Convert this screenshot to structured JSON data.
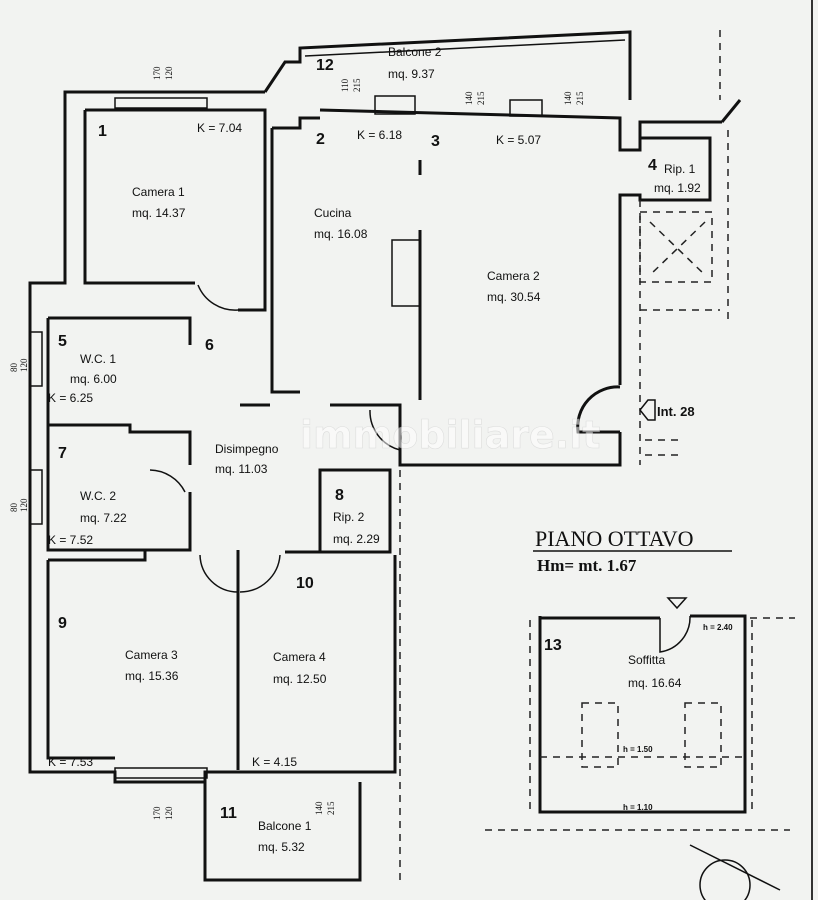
{
  "watermark": "immobiliare.it",
  "floor": {
    "title": "PIANO OTTAVO",
    "height": "Hm= mt. 1.67"
  },
  "entrance": "Int. 28",
  "rooms": [
    {
      "n": "1",
      "name": "Camera 1",
      "area": "mq. 14.37",
      "k": "K = 7.04"
    },
    {
      "n": "2",
      "name": "Cucina",
      "area": "mq. 16.08",
      "k": "K = 6.18"
    },
    {
      "n": "3",
      "name": "Camera 2",
      "area": "mq. 30.54",
      "k": "K = 5.07"
    },
    {
      "n": "4",
      "name": "Rip. 1",
      "area": "mq. 1.92"
    },
    {
      "n": "5",
      "name": "W.C. 1",
      "area": "mq. 6.00",
      "k": "K = 6.25"
    },
    {
      "n": "6",
      "name": "Disimpegno",
      "area": "mq. 11.03"
    },
    {
      "n": "7",
      "name": "W.C. 2",
      "area": "mq. 7.22",
      "k": "K = 7.52"
    },
    {
      "n": "8",
      "name": "Rip. 2",
      "area": "mq. 2.29"
    },
    {
      "n": "9",
      "name": "Camera 3",
      "area": "mq. 15.36",
      "k": "K = 7.53"
    },
    {
      "n": "10",
      "name": "Camera 4",
      "area": "mq. 12.50",
      "k": "K = 4.15"
    },
    {
      "n": "11",
      "name": "Balcone 1",
      "area": "mq. 5.32"
    },
    {
      "n": "12",
      "name": "Balcone 2",
      "area": "mq. 9.37"
    },
    {
      "n": "13",
      "name": "Soffitta",
      "area": "mq. 16.64"
    }
  ],
  "heights": [
    "h = 2.40",
    "h = 1.50",
    "h = 1.10"
  ],
  "dims": [
    {
      "a": "170",
      "b": "120"
    },
    {
      "a": "110",
      "b": "215"
    },
    {
      "a": "140",
      "b": "215"
    },
    {
      "a": "140",
      "b": "215"
    },
    {
      "a": "80",
      "b": "120"
    },
    {
      "a": "80",
      "b": "120"
    },
    {
      "a": "170",
      "b": "120"
    },
    {
      "a": "140",
      "b": "215"
    }
  ]
}
